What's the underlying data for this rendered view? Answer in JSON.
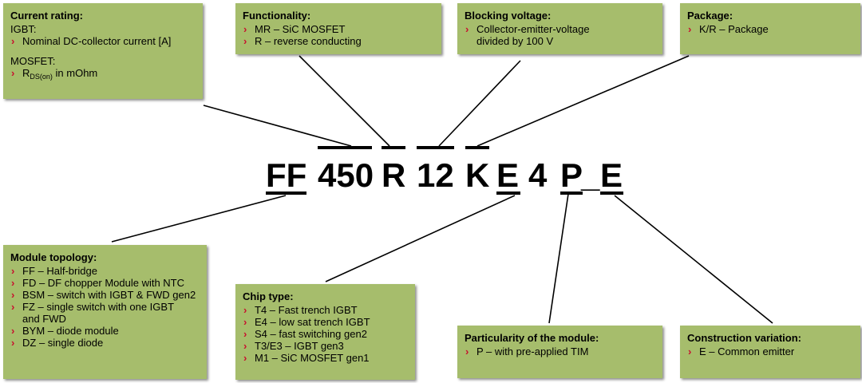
{
  "boxes": {
    "current_rating": {
      "title": "Current rating:",
      "igbt_label": "IGBT:",
      "igbt_item": "Nominal DC-collector current [A]",
      "mosfet_label": "MOSFET:",
      "mosfet_item_main": "R",
      "mosfet_item_sub": "DS(on)",
      "mosfet_item_rest": " in mOhm"
    },
    "functionality": {
      "title": "Functionality:",
      "items": [
        "MR – SiC MOSFET",
        "R – reverse conducting"
      ]
    },
    "blocking_voltage": {
      "title": "Blocking voltage:",
      "items": [
        "Collector-emitter-voltage divided by 100 V"
      ]
    },
    "package": {
      "title": "Package:",
      "items": [
        "K/R – Package"
      ]
    },
    "module_topology": {
      "title": "Module topology:",
      "items": [
        "FF – Half-bridge",
        "FD – DF chopper Module with NTC",
        "BSM – switch with IGBT & FWD gen2",
        "FZ – single switch with one IGBT and FWD",
        "BYM – diode module",
        "DZ – single diode"
      ]
    },
    "chip_type": {
      "title": "Chip type:",
      "items": [
        "T4 – Fast trench IGBT",
        "E4 – low sat trench IGBT",
        "S4 – fast switching gen2",
        "T3/E3 – IGBT gen3",
        "M1 – SiC MOSFET gen1"
      ]
    },
    "particularity": {
      "title": "Particularity of the module:",
      "items": [
        "P – with pre-applied TIM"
      ]
    },
    "construction": {
      "title": "Construction variation:",
      "items": [
        "E – Common emitter"
      ]
    }
  },
  "code": {
    "FF": "FF",
    "n450": "450",
    "R": "R",
    "n12": "12",
    "K": "K",
    "E": "E",
    "n4": "4",
    "P": "P",
    "us": "_",
    "E2": "E"
  },
  "colors": {
    "box": "#a6bd6c",
    "bullet": "#c8102e",
    "line": "#000000"
  },
  "bullet_glyph": "›"
}
